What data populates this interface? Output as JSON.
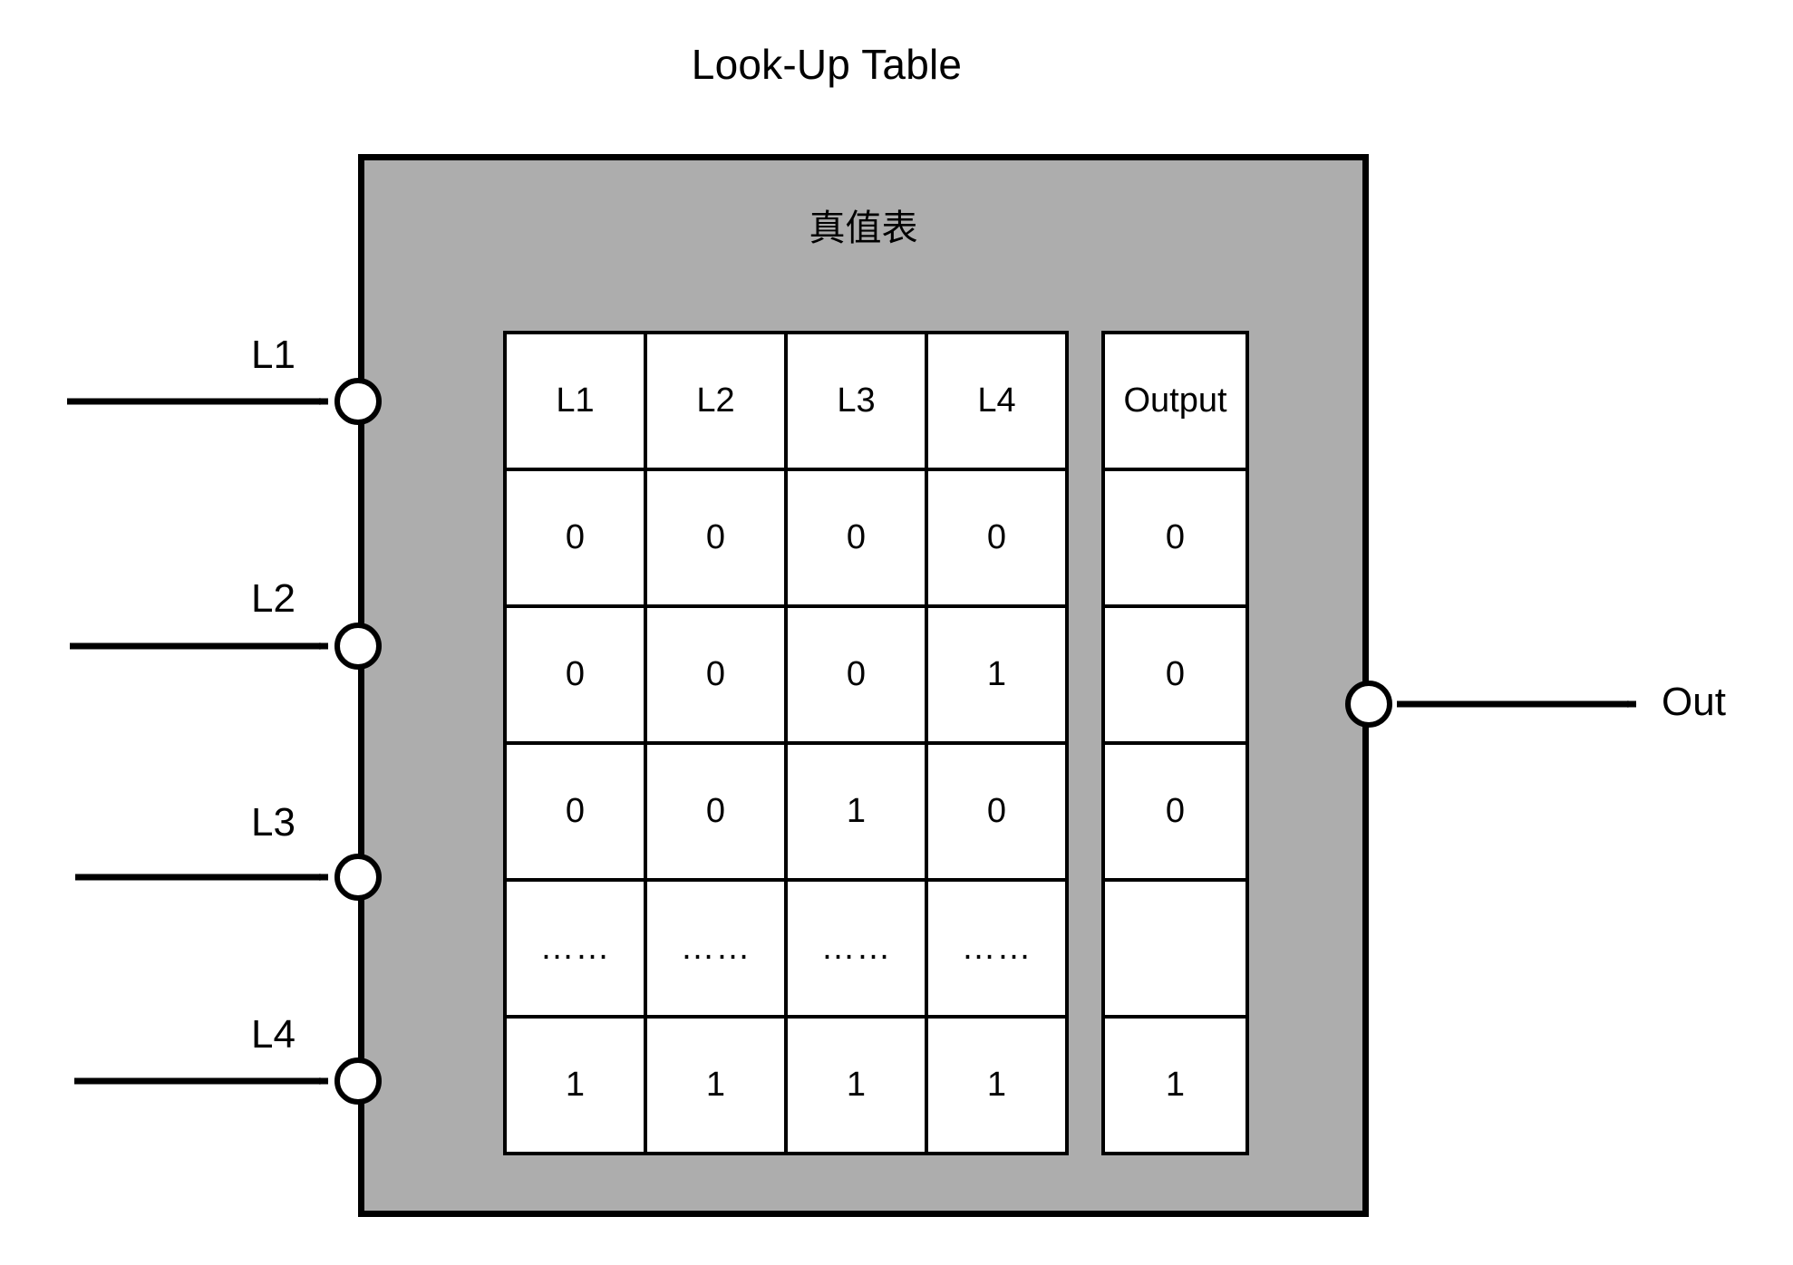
{
  "title": "Look-Up Table",
  "box": {
    "caption": "真值表",
    "fill_color": "#adadad",
    "border_color": "#000000"
  },
  "inputs": [
    {
      "label": "L1",
      "port_name": "input-port-l1"
    },
    {
      "label": "L2",
      "port_name": "input-port-l2"
    },
    {
      "label": "L3",
      "port_name": "input-port-l3"
    },
    {
      "label": "L4",
      "port_name": "input-port-l4"
    }
  ],
  "output": {
    "label": "Out",
    "port_name": "output-port-out"
  },
  "truth_table": {
    "input_headers": [
      "L1",
      "L2",
      "L3",
      "L4"
    ],
    "output_header": "Output",
    "rows": [
      {
        "inputs": [
          "0",
          "0",
          "0",
          "0"
        ],
        "output": "0"
      },
      {
        "inputs": [
          "0",
          "0",
          "0",
          "1"
        ],
        "output": "0"
      },
      {
        "inputs": [
          "0",
          "0",
          "1",
          "0"
        ],
        "output": "0"
      },
      {
        "inputs": [
          "……",
          "……",
          "……",
          "……"
        ],
        "output": ""
      },
      {
        "inputs": [
          "1",
          "1",
          "1",
          "1"
        ],
        "output": "1"
      }
    ]
  }
}
